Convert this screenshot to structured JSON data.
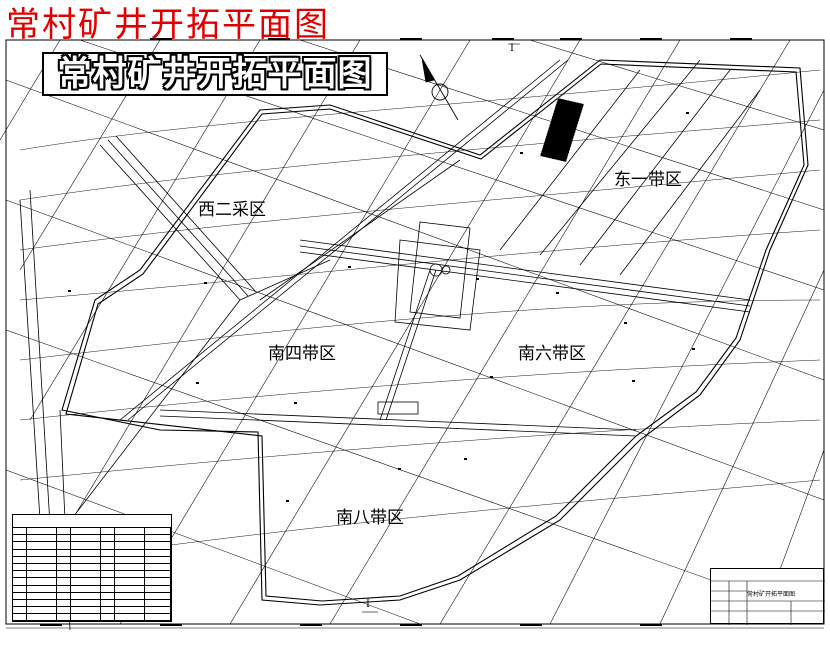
{
  "map": {
    "title": "常村矿井开拓平面图",
    "banner_title": "常村矿井开拓平面图",
    "zones": {
      "west_two": "西二采区",
      "east_one": "东一带区",
      "south_four": "南四带区",
      "south_six": "南六带区",
      "south_eight": "南八带区"
    },
    "section_marker_top": "I",
    "section_marker_bottom": "I"
  },
  "colors": {
    "title_red": "#e00000",
    "line": "#000000",
    "background": "#ffffff"
  },
  "icons": {
    "north_arrow": "north-arrow-icon",
    "coal_block": "hatched-block-icon"
  },
  "title_block": {
    "drawing_name": "常村矿开拓平面图"
  }
}
